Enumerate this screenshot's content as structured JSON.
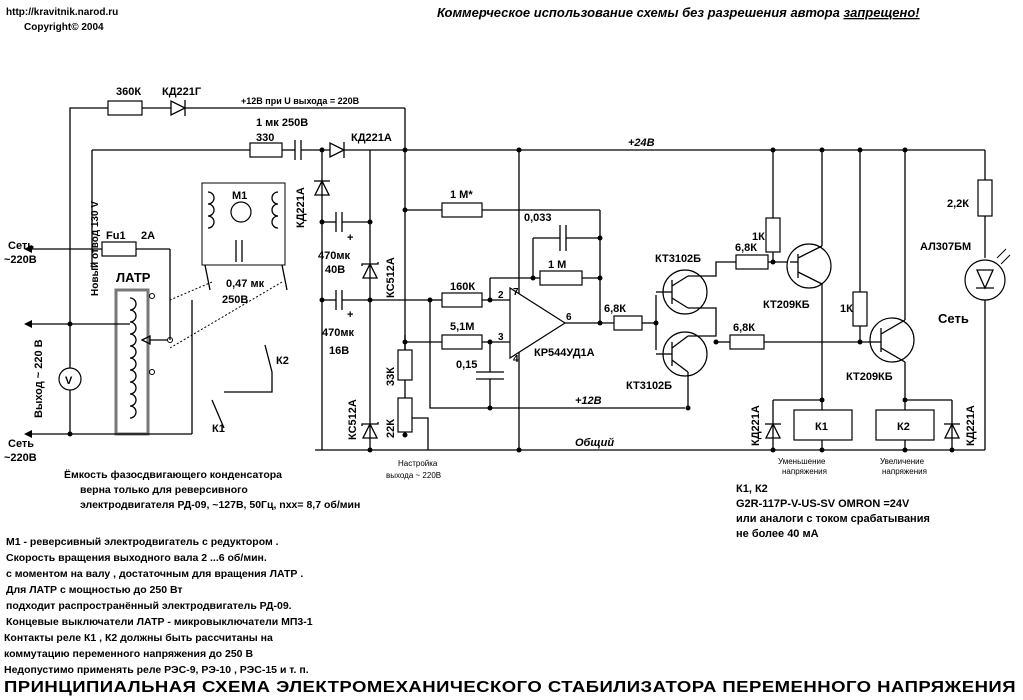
{
  "header": {
    "url": "http://kravitnik.narod.ru",
    "copyright": "Copyright©  2004",
    "warning_prefix": "Коммерческое использование схемы без разрешения автора ",
    "warning_emph": "запрещено!"
  },
  "labels": {
    "r360k": "360К",
    "kd221g": "КД221Г",
    "plus12_note": "+12В при U выхода = 220В",
    "r330": "330",
    "c1mk": "1 мк  250В",
    "kd221a_top": "КД221А",
    "plus24": "+24В",
    "kd221a_vert": "КД221А",
    "m1": "М1",
    "c047": "0,47 мк",
    "c047v": "250В",
    "c470_40_a": "470мк",
    "c470_40_b": "40В",
    "ks512a_mid": "КС512А",
    "c470_16_a": "470мк",
    "c470_16_b": "16В",
    "r1m_star": "1 М*",
    "c0033": "0,033",
    "r1m": "1 М",
    "r160k": "160К",
    "r51m": "5,1М",
    "c015": "0,15",
    "opamp": "КР544УД1А",
    "pin2": "2",
    "pin3": "3",
    "pin4": "4",
    "pin6": "6",
    "pin7": "7",
    "kt3102b_top": "КТ3102Б",
    "kt3102b_bot": "КТ3102Б",
    "r68k_mid": "6,8К",
    "r68k_top": "6,8К",
    "r68k_bot": "6,8К",
    "r1k_a": "1К",
    "r1k_b": "1К",
    "kt209kb_a": "КТ209КБ",
    "kt209kb_b": "КТ209КБ",
    "r22k_led": "2,2К",
    "al307": "АЛ307БМ",
    "net_label": "Сеть",
    "plus12_b": "+12В",
    "common": "Общий",
    "k1": "К1",
    "k2": "К2",
    "k1_relay": "К1",
    "k2_relay": "К2",
    "decrease": "Уменьшение",
    "decrease2": "напряжения",
    "increase": "Увеличение",
    "increase2": "напряжения",
    "kd221a_left": "КД221А",
    "kd221a_right": "КД221А",
    "ks512a_bot": "КС512А",
    "r33k": "33К",
    "r22k": "22К",
    "adj1": "Настройка",
    "adj2": "выхода ~ 220В",
    "fu1": "Fu1",
    "fu_2a": "2А",
    "latr": "ЛАТР",
    "tap": "Новый  отвод 130 V",
    "net_in_1": "Сеть",
    "net_in_2": "~220В",
    "out_label": "Выход   ~ 220 В",
    "net_out_1": "Сеть",
    "net_out_2": "~220В",
    "volt": "V"
  },
  "notes": {
    "cap_note_1": "Ёмкость  фазосдвигающего  конденсатора",
    "cap_note_2": "верна только для  реверсивного",
    "cap_note_3": "электродвигателя  РД-09, ~127В, 50Гц, nxx= 8,7 об/мин",
    "relay_1": "К1, К2",
    "relay_2": "G2R-117P-V-US-SV  OMRON  =24V",
    "relay_3": "или аналоги с током срабатывания",
    "relay_4": "не более 40 мА",
    "m1_lines": [
      "М1 -  реверсивный электродвигатель с редуктором .",
      " Скорость вращения  выходного вала 2 ...6 об/мин.",
      " с моментом на валу , достаточным для вращения ЛАТР .",
      " Для  ЛАТР  с мощностью до 250 Вт",
      " подходит  распространённый электродвигатель РД-09.",
      " Концевые выключатели ЛАТР  - микровыключатели  МП3-1",
      "Контакты реле К1 , К2 должны  быть рассчитаны  на",
      " коммутацию переменного напряжения  до  250 В",
      " Недопустимо применять реле РЭС-9,  РЭ-10 ,  РЭС-15   и  т. п."
    ]
  },
  "title": "ПРИНЦИПИАЛЬНАЯ  СХЕМА  ЭЛЕКТРОМЕХАНИЧЕСКОГО  СТАБИЛИЗАТОРА  ПЕРЕМЕННОГО  НАПРЯЖЕНИЯ"
}
